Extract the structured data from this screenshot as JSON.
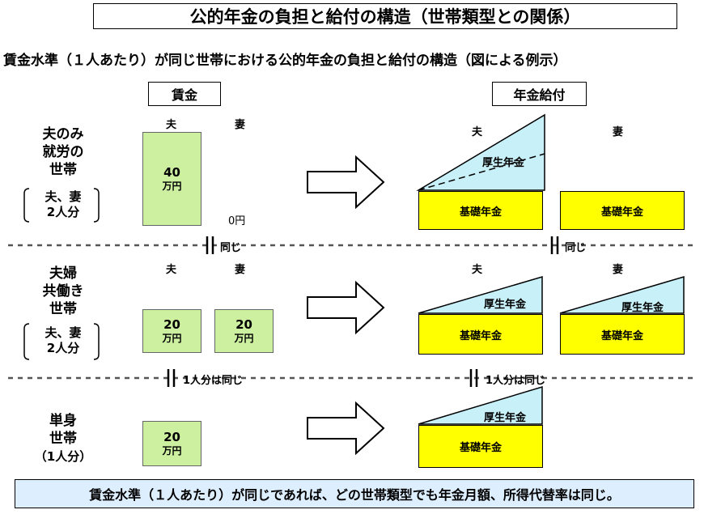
{
  "title": "公的年金の負担と給付の構造（世帯類型との関係）",
  "subtitle": "賃金水準（１人あたり）が同じ世帯における公的年金の負担と給付の構造（図による例示）",
  "headers": {
    "wage": "賃金",
    "benefit": "年金給付"
  },
  "labels": {
    "husband": "夫",
    "wife": "妻",
    "kousei": "厚生年金",
    "kiso": "基礎年金"
  },
  "rows": [
    {
      "label_lines": [
        "夫のみ",
        "就労の",
        "世帯"
      ],
      "paren_lines": [
        "夫、妻",
        "2人分"
      ],
      "wages": [
        {
          "num": "40",
          "unit": "万円"
        }
      ],
      "zero": "0円"
    },
    {
      "label_lines": [
        "夫婦",
        "共働き",
        "世帯"
      ],
      "paren_lines": [
        "夫、妻",
        "2人分"
      ],
      "wages": [
        {
          "num": "20",
          "unit": "万円"
        },
        {
          "num": "20",
          "unit": "万円"
        }
      ]
    },
    {
      "label_lines": [
        "単身",
        "世帯"
      ],
      "paren_lines": [
        "（1人分）"
      ],
      "wages": [
        {
          "num": "20",
          "unit": "万円"
        }
      ]
    }
  ],
  "eq_labels": {
    "same": "同じ",
    "per_person_same": "1人分は同じ"
  },
  "bottom_note": "賃金水準（１人あたり）が同じであれば、どの世帯類型でも年金月額、所得代替率は同じ。",
  "colors": {
    "wage_fill": "#ccf0a0",
    "kousei_fill": "#c8f0f8",
    "kiso_fill": "#ffff00",
    "note_fill": "#ddeeff"
  }
}
